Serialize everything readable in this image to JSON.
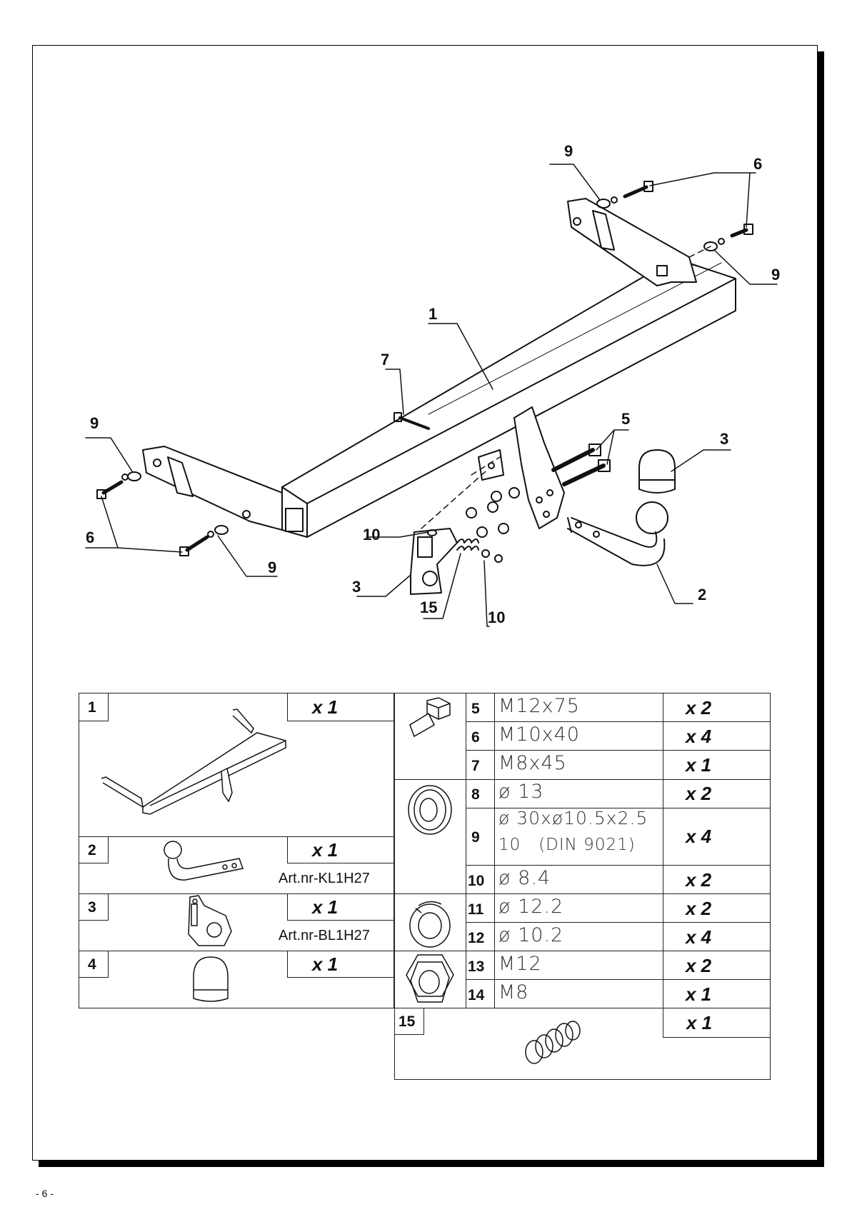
{
  "callouts": {
    "c1": "1",
    "c2": "2",
    "c3a": "3",
    "c3b": "3",
    "c5": "5",
    "c6a": "6",
    "c6b": "6",
    "c7": "7",
    "c9a": "9",
    "c9b": "9",
    "c9c": "9",
    "c9d": "9",
    "c10a": "10",
    "c10b": "10",
    "c15": "15"
  },
  "parts_left": [
    {
      "no": "1",
      "qty": "x 1",
      "art": ""
    },
    {
      "no": "2",
      "qty": "x 1",
      "art": "Art.nr-KL1H27"
    },
    {
      "no": "3",
      "qty": "x 1",
      "art": "Art.nr-BL1H27"
    },
    {
      "no": "4",
      "qty": "x 1",
      "art": ""
    }
  ],
  "parts_right": [
    {
      "no": "5",
      "spec": "M12x75",
      "qty": "x 2"
    },
    {
      "no": "6",
      "spec": "M10x40",
      "qty": "x 4"
    },
    {
      "no": "7",
      "spec": "M8x45",
      "qty": "x 1"
    },
    {
      "no": "8",
      "spec": "ø 13",
      "qty": "x 2"
    },
    {
      "no": "9",
      "spec": "ø 30xø10.5x2.5",
      "spec2": "10   (DIN 9021)",
      "qty": "x 4"
    },
    {
      "no": "10",
      "spec": "ø 8.4",
      "qty": "x 2"
    },
    {
      "no": "11",
      "spec": "ø 12.2",
      "qty": "x 2"
    },
    {
      "no": "12",
      "spec": "ø 10.2",
      "qty": "x 4"
    },
    {
      "no": "13",
      "spec": "M12",
      "qty": "x 2"
    },
    {
      "no": "14",
      "spec": "M8",
      "qty": "x 1"
    }
  ],
  "part15": {
    "no": "15",
    "qty": "x 1"
  },
  "footer": {
    "page": "- 6 -"
  }
}
